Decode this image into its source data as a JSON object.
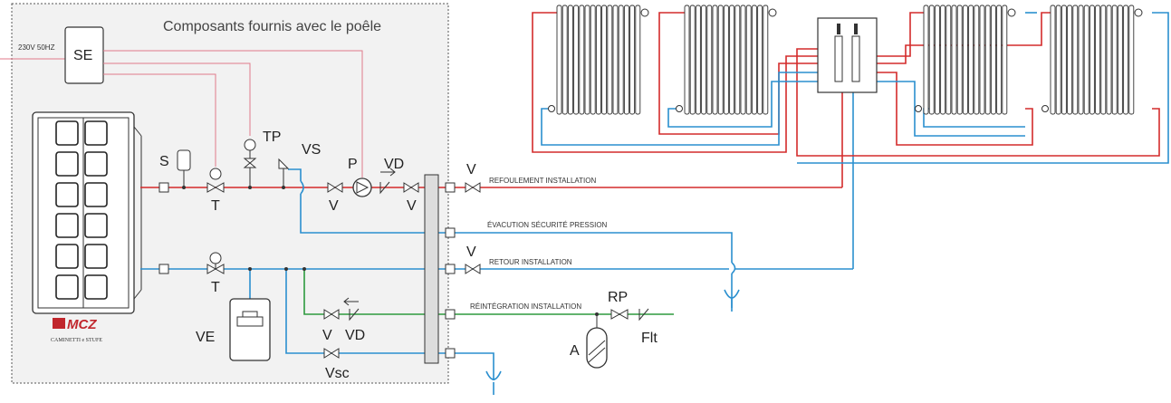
{
  "title": "Composants fournis avec le poêle",
  "power_label": "230V 50HZ",
  "logo": {
    "brand": "MCZ",
    "tagline": "CAMINETTI e STUFE"
  },
  "components": {
    "se": "SE",
    "s": "S",
    "t1": "T",
    "t2": "T",
    "tp": "TP",
    "vs": "VS",
    "p": "P",
    "vd1": "VD",
    "v1": "V",
    "v2": "V",
    "v3": "V",
    "v4": "V",
    "v5": "V",
    "vd2": "VD",
    "ve": "VE",
    "vsc": "Vsc",
    "rp": "RP",
    "a": "A",
    "flt": "Flt"
  },
  "lines": {
    "supply": "REFOULEMENT INSTALLATION",
    "safety": "ÉVACUTION SÉCURITÉ PRESSION",
    "return": "RETOUR INSTALLATION",
    "refill": "RÉINTÉGRATION INSTALLATION"
  },
  "colors": {
    "hot": "#d42b2b",
    "cold": "#2a8fcf",
    "refill": "#2e9a3e",
    "signal": "#e07a8a",
    "panel": "#f2f2f2"
  }
}
